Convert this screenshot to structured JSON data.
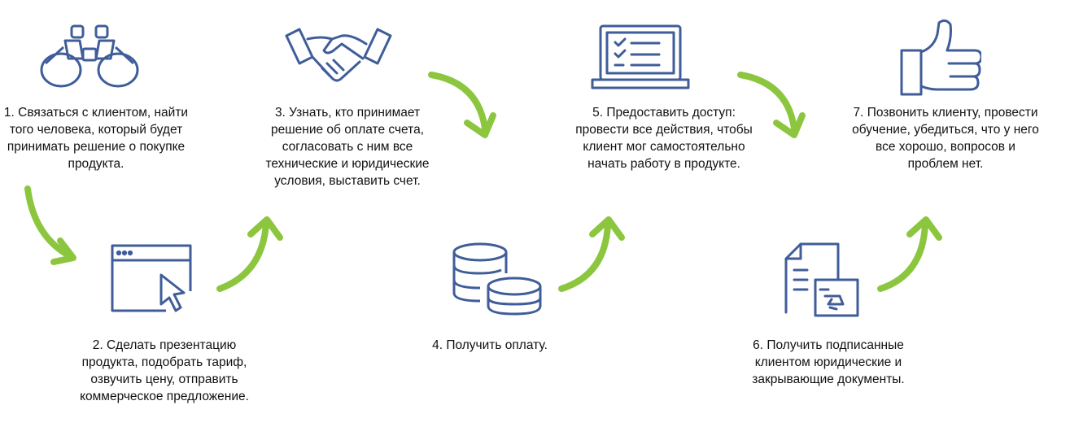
{
  "colors": {
    "icon": "#3f5d99",
    "arrow": "#8cc63f"
  },
  "steps": [
    {
      "icon": "binoculars-icon",
      "text": "1. Связаться с клиентом, найти\nтого человека, который будет\nпринимать решение о покупке\nпродукта."
    },
    {
      "icon": "browser-cursor-icon",
      "text": "2. Сделать презентацию\nпродукта, подобрать тариф,\nозвучить цену, отправить\nкоммерческое предложение."
    },
    {
      "icon": "handshake-icon",
      "text": "3. Узнать, кто принимает\nрешение об оплате счета,\nсогласовать с ним все\nтехнические и юридические\nусловия, выставить счет."
    },
    {
      "icon": "coins-icon",
      "text": "4. Получить оплату."
    },
    {
      "icon": "laptop-checklist-icon",
      "text": "5. Предоставить доступ:\nпровести все действия, чтобы\nклиент мог самостоятельно\nначать работу в продукте."
    },
    {
      "icon": "documents-icon",
      "text": "6. Получить подписанные\nклиентом юридические и\nзакрывающие документы."
    },
    {
      "icon": "thumbs-up-icon",
      "text": "7. Позвонить клиенту, провести\nобучение, убедиться, что у него\nвсе хорошо, вопросов и\nпроблем нет."
    }
  ]
}
